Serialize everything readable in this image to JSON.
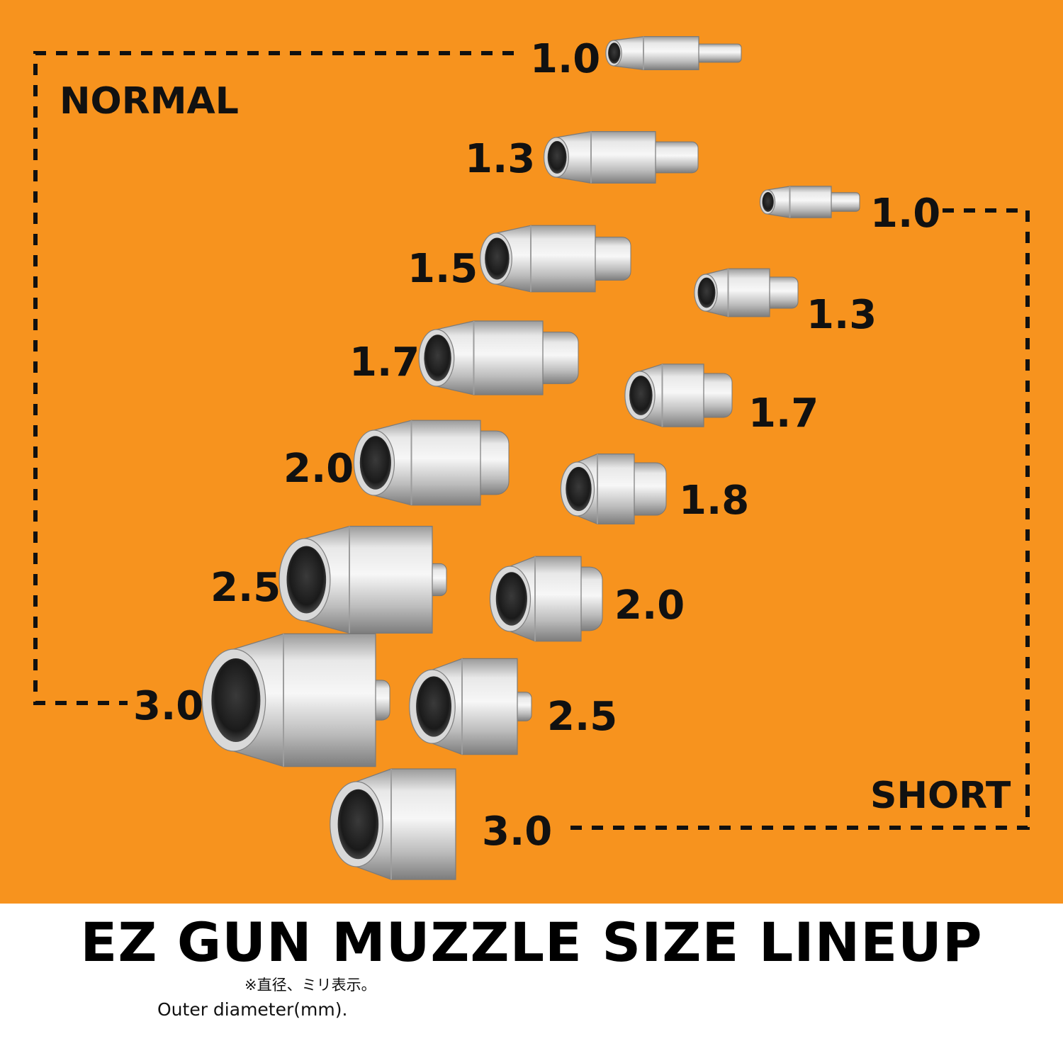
{
  "colors": {
    "background": "#F7931E",
    "text": "#111111",
    "metal": "#C8C8C8"
  },
  "groups": {
    "normal_label": "NORMAL",
    "short_label": "SHORT"
  },
  "normal_sizes": [
    "1.0",
    "1.3",
    "1.5",
    "1.7",
    "2.0",
    "2.5",
    "3.0"
  ],
  "short_sizes": [
    "1.0",
    "1.3",
    "1.7",
    "1.8",
    "2.0",
    "2.5",
    "3.0"
  ],
  "title": "EZ GUN MUZZLE SIZE LINEUP",
  "note_jp": "※直径、ミリ表示。",
  "note_en": "Outer diameter(mm)."
}
